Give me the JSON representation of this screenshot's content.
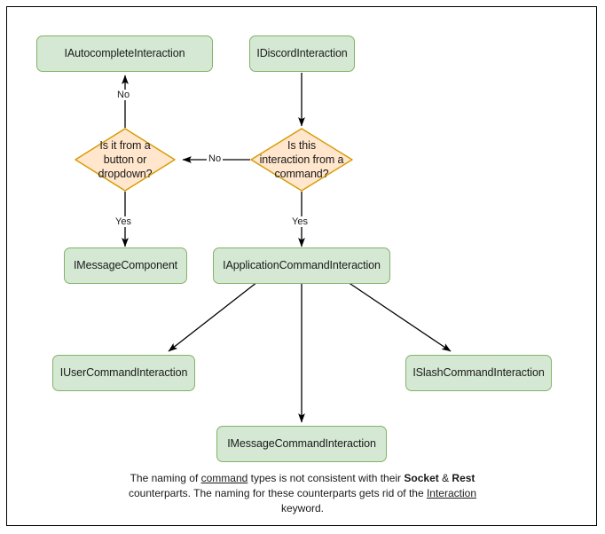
{
  "diagram": {
    "title": "Discord interaction type hierarchy flowchart",
    "colors": {
      "node_fill": "#d5e8d4",
      "node_stroke": "#82b366",
      "decision_fill": "#ffe6cc",
      "decision_stroke": "#d79b00",
      "edge_stroke": "#000000",
      "frame_stroke": "#000000",
      "background": "#ffffff",
      "text": "#1a1a1a"
    },
    "nodes": [
      {
        "id": "autocomplete",
        "label": "IAutocompleteInteraction",
        "shape": "rounded-rect"
      },
      {
        "id": "discord",
        "label": "IDiscordInteraction",
        "shape": "rounded-rect"
      },
      {
        "id": "decision_left",
        "label": "Is it from a\nbutton or\ndropdown?",
        "shape": "diamond"
      },
      {
        "id": "decision_right",
        "label": "Is this\ninteraction from a\ncommand?",
        "shape": "diamond"
      },
      {
        "id": "messagecomponent",
        "label": "IMessageComponent",
        "shape": "rounded-rect"
      },
      {
        "id": "appcommand",
        "label": "IApplicationCommandInteraction",
        "shape": "rounded-rect"
      },
      {
        "id": "usercommand",
        "label": "IUserCommandInteraction",
        "shape": "rounded-rect"
      },
      {
        "id": "slashcommand",
        "label": "ISlashCommandInteraction",
        "shape": "rounded-rect"
      },
      {
        "id": "messagecommand",
        "label": "IMessageCommandInteraction",
        "shape": "rounded-rect"
      }
    ],
    "edges": [
      {
        "from": "discord",
        "to": "decision_right",
        "label": ""
      },
      {
        "from": "decision_right",
        "to": "decision_left",
        "label": "No"
      },
      {
        "from": "decision_right",
        "to": "appcommand",
        "label": "Yes"
      },
      {
        "from": "decision_left",
        "to": "autocomplete",
        "label": "No"
      },
      {
        "from": "decision_left",
        "to": "messagecomponent",
        "label": "Yes"
      },
      {
        "from": "appcommand",
        "to": "usercommand",
        "label": ""
      },
      {
        "from": "appcommand",
        "to": "messagecommand",
        "label": ""
      },
      {
        "from": "appcommand",
        "to": "slashcommand",
        "label": ""
      }
    ],
    "edge_labels": {
      "no_up": "No",
      "no_left": "No",
      "yes_left": "Yes",
      "yes_right": "Yes"
    }
  },
  "footer": {
    "line1_part1": "The naming of ",
    "line1_underlined": "command",
    "line1_part2": " types is not consistent with their",
    "line2_bold1": "Socket",
    "line2_amp": " & ",
    "line2_bold2": "Rest",
    "line2_rest": " counterparts. The naming for these",
    "line3_part1": "counterparts gets rid of the ",
    "line3_underlined": "Interaction",
    "line3_part2": " keyword."
  }
}
